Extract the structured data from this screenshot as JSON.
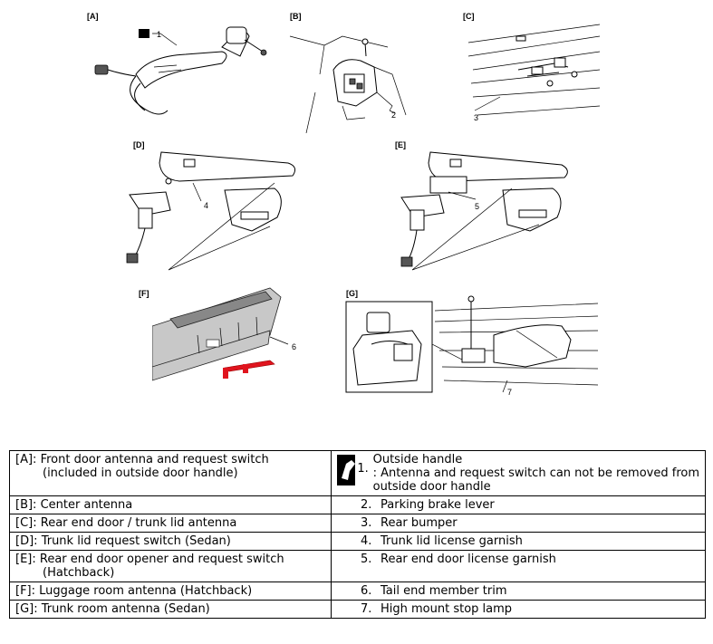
{
  "panels": {
    "A": "[A]",
    "B": "[B]",
    "C": "[C]",
    "D": "[D]",
    "E": "[E]",
    "F": "[F]",
    "G": "[G]"
  },
  "callouts": [
    "1",
    "2",
    "3",
    "4",
    "5",
    "6",
    "7"
  ],
  "legend": {
    "rows": [
      {
        "key": "[A]:",
        "left": [
          "Front door antenna and request switch",
          "(included in outside door handle)"
        ],
        "num": "1.",
        "right": [
          "Outside handle",
          ": Antenna and request switch can not be removed from",
          "outside door handle"
        ],
        "icon": "note-hand-icon"
      },
      {
        "key": "[B]:",
        "left": [
          "Center antenna"
        ],
        "num": "2.",
        "right": [
          "Parking brake lever"
        ]
      },
      {
        "key": "[C]:",
        "left": [
          "Rear end door / trunk lid antenna"
        ],
        "num": "3.",
        "right": [
          "Rear bumper"
        ]
      },
      {
        "key": "[D]:",
        "left": [
          "Trunk lid request switch (Sedan)"
        ],
        "num": "4.",
        "right": [
          "Trunk lid license garnish"
        ]
      },
      {
        "key": "[E]:",
        "left": [
          "Rear end door opener and request switch",
          "(Hatchback)"
        ],
        "num": "5.",
        "right": [
          "Rear end door license garnish"
        ]
      },
      {
        "key": "[F]:",
        "left": [
          "Luggage room antenna (Hatchback)"
        ],
        "num": "6.",
        "right": [
          "Tail end member trim"
        ]
      },
      {
        "key": "[G]:",
        "left": [
          "Trunk room antenna (Sedan)"
        ],
        "num": "7.",
        "right": [
          "High mount stop lamp"
        ]
      }
    ]
  },
  "colors": {
    "highlight": "#e0141e",
    "trim": "#c8c8c8"
  }
}
